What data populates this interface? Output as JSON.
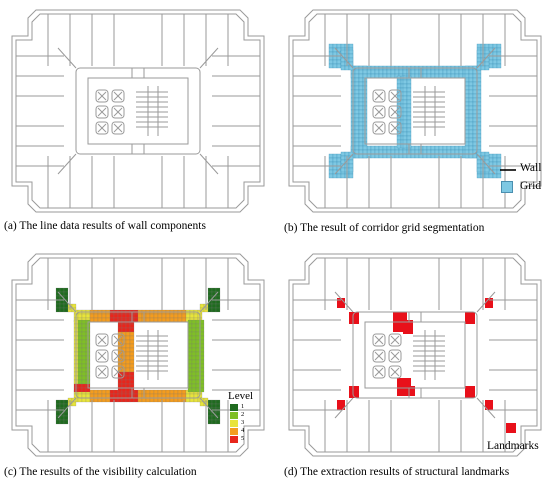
{
  "panels": [
    {
      "id": "a",
      "caption": "(a) The line data results of wall components"
    },
    {
      "id": "b",
      "caption": "(b) The result of corridor grid segmentation"
    },
    {
      "id": "c",
      "caption": "(c) The results of the visibility calculation"
    },
    {
      "id": "d",
      "caption": "(d) The extraction results of structural landmarks"
    }
  ],
  "legend_b": {
    "wall_label": "Wall",
    "grid_label": "Grid",
    "wall_color": "#000000",
    "grid_color": "#7ec8e3"
  },
  "legend_c": {
    "title": "Level",
    "levels": [
      {
        "label": "1",
        "color": "#1f6b1f"
      },
      {
        "label": "2",
        "color": "#7fbf26"
      },
      {
        "label": "3",
        "color": "#e8e43a"
      },
      {
        "label": "4",
        "color": "#f39c1e"
      },
      {
        "label": "5",
        "color": "#e8261c"
      }
    ]
  },
  "legend_d": {
    "label": "Landmarks",
    "color": "#e8101a"
  },
  "colors": {
    "wall_line": "#9a9a9a",
    "background": "#ffffff"
  }
}
